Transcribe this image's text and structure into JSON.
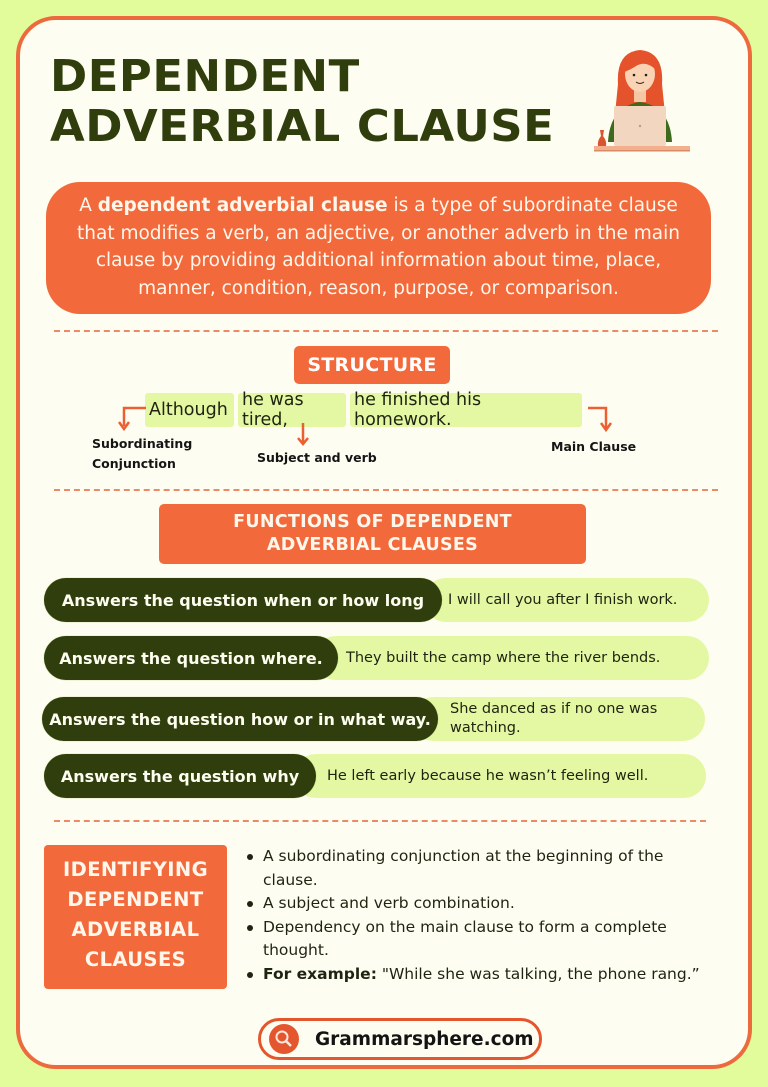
{
  "header": {
    "title_line1": "DEPENDENT",
    "title_line2": "ADVERBIAL CLAUSE",
    "illustration": "woman-at-laptop-illustration"
  },
  "intro": {
    "prefix": "A ",
    "bold": "dependent adverbial clause",
    "suffix": " is a type of subordinate clause that modifies a verb, an adjective, or another adverb in the main clause by providing additional information about time, place, manner, condition, reason, purpose, or comparison."
  },
  "structure": {
    "heading": "STRUCTURE",
    "sentence": {
      "conjunction": "Although",
      "subject_verb": "he was tired,",
      "main_clause": "he finished his homework."
    },
    "labels": {
      "conjunction_line1": "Subordinating",
      "conjunction_line2": "Conjunction",
      "subject_verb": "Subject  and verb",
      "main_clause": "Main Clause"
    }
  },
  "functions": {
    "heading_line1": "FUNCTIONS OF DEPENDENT",
    "heading_line2": "ADVERBIAL CLAUSES",
    "items": [
      {
        "label": "Answers the question when or how long",
        "example": "I will call you after I finish work."
      },
      {
        "label": "Answers the question where.",
        "example": "They built the camp where the river bends."
      },
      {
        "label": "Answers the question how or in what way.",
        "example": "She danced as if no one was watching."
      },
      {
        "label": "Answers the question why",
        "example": "He left early because he wasn’t feeling well."
      }
    ]
  },
  "identifying": {
    "heading_lines": [
      "IDENTIFYING",
      "DEPENDENT",
      "ADVERBIAL",
      "CLAUSES"
    ],
    "bullets": [
      "A subordinating conjunction at the beginning of the clause.",
      "A subject and verb combination.",
      "Dependency on the main clause to form a complete thought."
    ],
    "example_label": "For example:",
    "example_text": " \"While she was talking, the phone rang.”"
  },
  "footer": {
    "site": "Grammarsphere.com",
    "icon": "search-icon"
  },
  "colors": {
    "page_bg": "#e2fb9b",
    "card_bg": "#fefdf1",
    "accent_orange": "#f26a3c",
    "dark_green": "#2f3e0c",
    "light_green": "#e4f8a3"
  }
}
